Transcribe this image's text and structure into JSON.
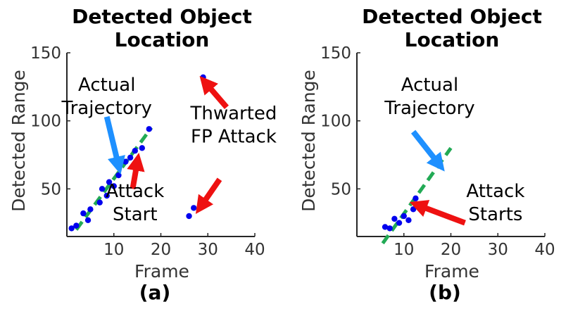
{
  "chart_data": [
    {
      "id": "a",
      "type": "scatter",
      "title": [
        "Detected Object",
        "Location"
      ],
      "xlabel": "Frame",
      "ylabel": "Detected Range",
      "sublabel": "(a)",
      "xlim": [
        0,
        40
      ],
      "ylim": [
        15,
        150
      ],
      "xticks": [
        10,
        20,
        30,
        40
      ],
      "yticks": [
        50,
        100,
        150
      ],
      "grid": false,
      "point_color": "#0000ee",
      "line_color": "#22aa55",
      "points": [
        {
          "x": 1,
          "y": 21
        },
        {
          "x": 2,
          "y": 23
        },
        {
          "x": 3.5,
          "y": 32
        },
        {
          "x": 4.5,
          "y": 27
        },
        {
          "x": 5,
          "y": 35
        },
        {
          "x": 7,
          "y": 40
        },
        {
          "x": 7.5,
          "y": 50
        },
        {
          "x": 8.5,
          "y": 45
        },
        {
          "x": 9,
          "y": 55
        },
        {
          "x": 10,
          "y": 52
        },
        {
          "x": 11,
          "y": 60
        },
        {
          "x": 12.5,
          "y": 70
        },
        {
          "x": 13.5,
          "y": 73
        },
        {
          "x": 14.5,
          "y": 78
        },
        {
          "x": 16,
          "y": 80
        },
        {
          "x": 17.5,
          "y": 94
        },
        {
          "x": 26,
          "y": 30
        },
        {
          "x": 27,
          "y": 36
        },
        {
          "x": 29,
          "y": 132
        }
      ],
      "trajectory": [
        {
          "x": 2,
          "y": 20
        },
        {
          "x": 18,
          "y": 95
        }
      ],
      "annotations": [
        {
          "lines": [
            "Actual",
            "Trajectory"
          ],
          "tx": 8.5,
          "ty": 122,
          "color": "#1e90ff",
          "from": [
            8.5,
            103
          ],
          "to": [
            11,
            67
          ]
        },
        {
          "lines": [
            "Attack",
            "Start"
          ],
          "tx": 14.5,
          "ty": 44,
          "color": "#ee1111",
          "from": [
            14,
            50
          ],
          "to": [
            15,
            70
          ]
        },
        {
          "lines": [
            "Thwarted",
            "FP Attack"
          ],
          "tx": 35.5,
          "ty": 101,
          "color": "#ee1111",
          "from": [
            34,
            110
          ],
          "to": [
            29.5,
            128
          ]
        },
        {
          "lines": [],
          "color": "#ee1111",
          "from": [
            32.5,
            57
          ],
          "to": [
            28.5,
            37
          ]
        }
      ]
    },
    {
      "id": "b",
      "type": "scatter",
      "title": [
        "Detected Object",
        "Location"
      ],
      "xlabel": "Frame",
      "ylabel": "Detected Range",
      "sublabel": "(b)",
      "xlim": [
        0,
        40
      ],
      "ylim": [
        15,
        150
      ],
      "xticks": [
        10,
        20,
        30,
        40
      ],
      "yticks": [
        50,
        100,
        150
      ],
      "grid": false,
      "point_color": "#0000ee",
      "line_color": "#22aa55",
      "points": [
        {
          "x": 6,
          "y": 22
        },
        {
          "x": 7,
          "y": 21
        },
        {
          "x": 8,
          "y": 28
        },
        {
          "x": 9,
          "y": 25
        },
        {
          "x": 10,
          "y": 30
        },
        {
          "x": 11,
          "y": 27
        },
        {
          "x": 12,
          "y": 35
        },
        {
          "x": 12.5,
          "y": 43
        }
      ],
      "trajectory": [
        {
          "x": 5.5,
          "y": 10
        },
        {
          "x": 20,
          "y": 80
        }
      ],
      "annotations": [
        {
          "lines": [
            "Actual",
            "Trajectory"
          ],
          "tx": 15.5,
          "ty": 122,
          "color": "#1e90ff",
          "from": [
            12,
            92
          ],
          "to": [
            17.5,
            68
          ]
        },
        {
          "lines": [
            "Attack",
            "Starts"
          ],
          "tx": 29.5,
          "ty": 44,
          "color": "#ee1111",
          "from": [
            23,
            25
          ],
          "to": [
            13,
            38
          ]
        }
      ]
    }
  ]
}
